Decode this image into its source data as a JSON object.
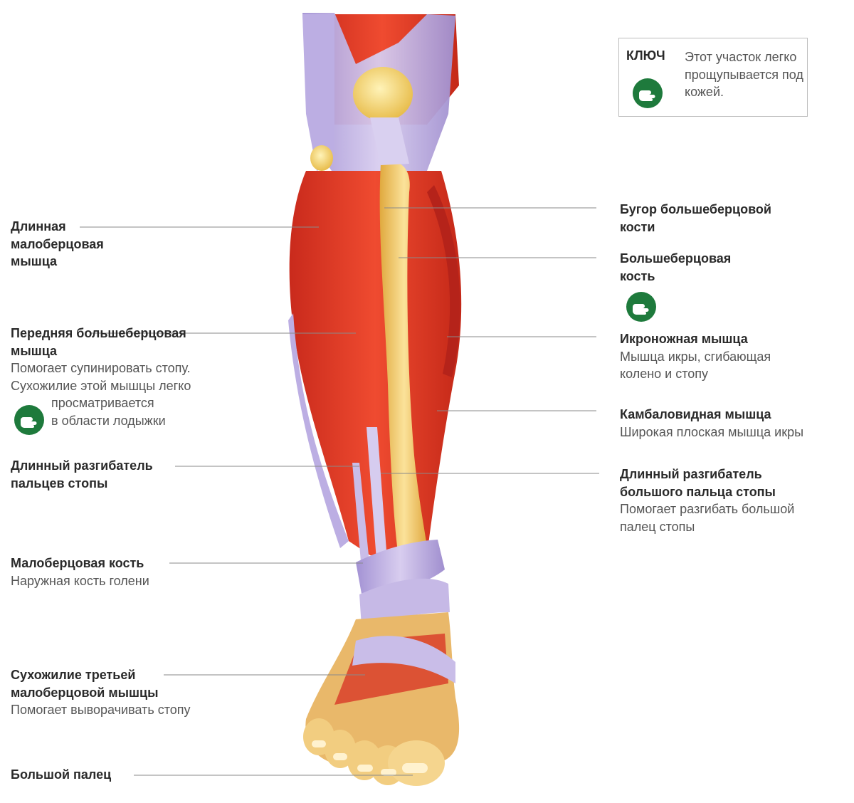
{
  "key": {
    "title": "КЛЮЧ",
    "text": "Этот участок легко прощупывается под кожей."
  },
  "icons": {
    "palpable": "pointing-hand-icon",
    "color": "#1e7a3c"
  },
  "colors": {
    "muscle": "#e03a24",
    "muscle_dark": "#b8261a",
    "tendon": "#b9a6de",
    "bone": "#f2c75a",
    "leader_line": "#8a8a8a"
  },
  "labels": {
    "peroneus_longus": {
      "title": "Длинная малоберцовая мышца"
    },
    "tibialis_anterior": {
      "title": "Передняя большеберцовая мышца",
      "desc1": "Помогает супинировать стопу.",
      "desc2": "Сухожилие этой мышцы легко",
      "desc3": "просматривается",
      "desc4": "в области лодыжки"
    },
    "ext_digitorum": {
      "title": "Длинный разгибатель пальцев стопы"
    },
    "fibula": {
      "title": "Малоберцовая кость",
      "desc": "Наружная кость голени"
    },
    "peroneus_tertius": {
      "title": "Сухожилие третьей малоберцовой мышцы",
      "desc": "Помогает выворачивать стопу"
    },
    "big_toe": {
      "title": "Большой палец"
    },
    "tibial_tuberosity": {
      "title": "Бугор большеберцовой кости"
    },
    "tibia": {
      "title": "Большеберцовая кость"
    },
    "gastrocnemius": {
      "title": "Икроножная мышца",
      "desc": "Мышца икры, сгибающая колено и стопу"
    },
    "soleus": {
      "title": "Камбаловидная мышца",
      "desc": "Широкая плоская мышца икры"
    },
    "ext_hallucis": {
      "title": "Длинный разгибатель большого пальца стопы",
      "desc": "Помогает разгибать большой палец стопы"
    }
  }
}
